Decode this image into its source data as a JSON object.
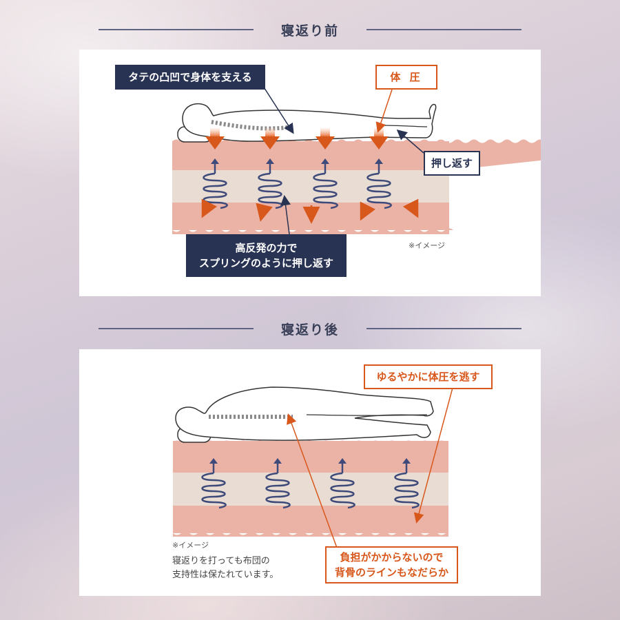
{
  "before": {
    "title": "寝返り前",
    "label_vertical_support": "タテの凸凹で身体を支える",
    "label_body_pressure": "体 圧",
    "label_push_back": "押し返す",
    "label_rebound_line1": "高反発の力で",
    "label_rebound_line2": "スプリングのように押し返す",
    "note": "※イメージ"
  },
  "after": {
    "title": "寝返り後",
    "label_release_pressure": "ゆるやかに体圧を逃す",
    "label_no_burden_line1": "負担がかからないので",
    "label_no_burden_line2": "背骨のラインもなだらか",
    "note": "※イメージ",
    "caption_line1": "寝返りを打っても布団の",
    "caption_line2": "支持性は保たれています。"
  },
  "colors": {
    "navy": "#283252",
    "orange": "#d8571b",
    "foam_pink": "#ebb3a6",
    "foam_beige": "#e9ddd3",
    "spring_navy": "#3d4a7a"
  },
  "icons": [
    "pillow-icon",
    "spring-icon",
    "pressure-arrow-icon",
    "spine-icon",
    "person-outline-icon"
  ]
}
